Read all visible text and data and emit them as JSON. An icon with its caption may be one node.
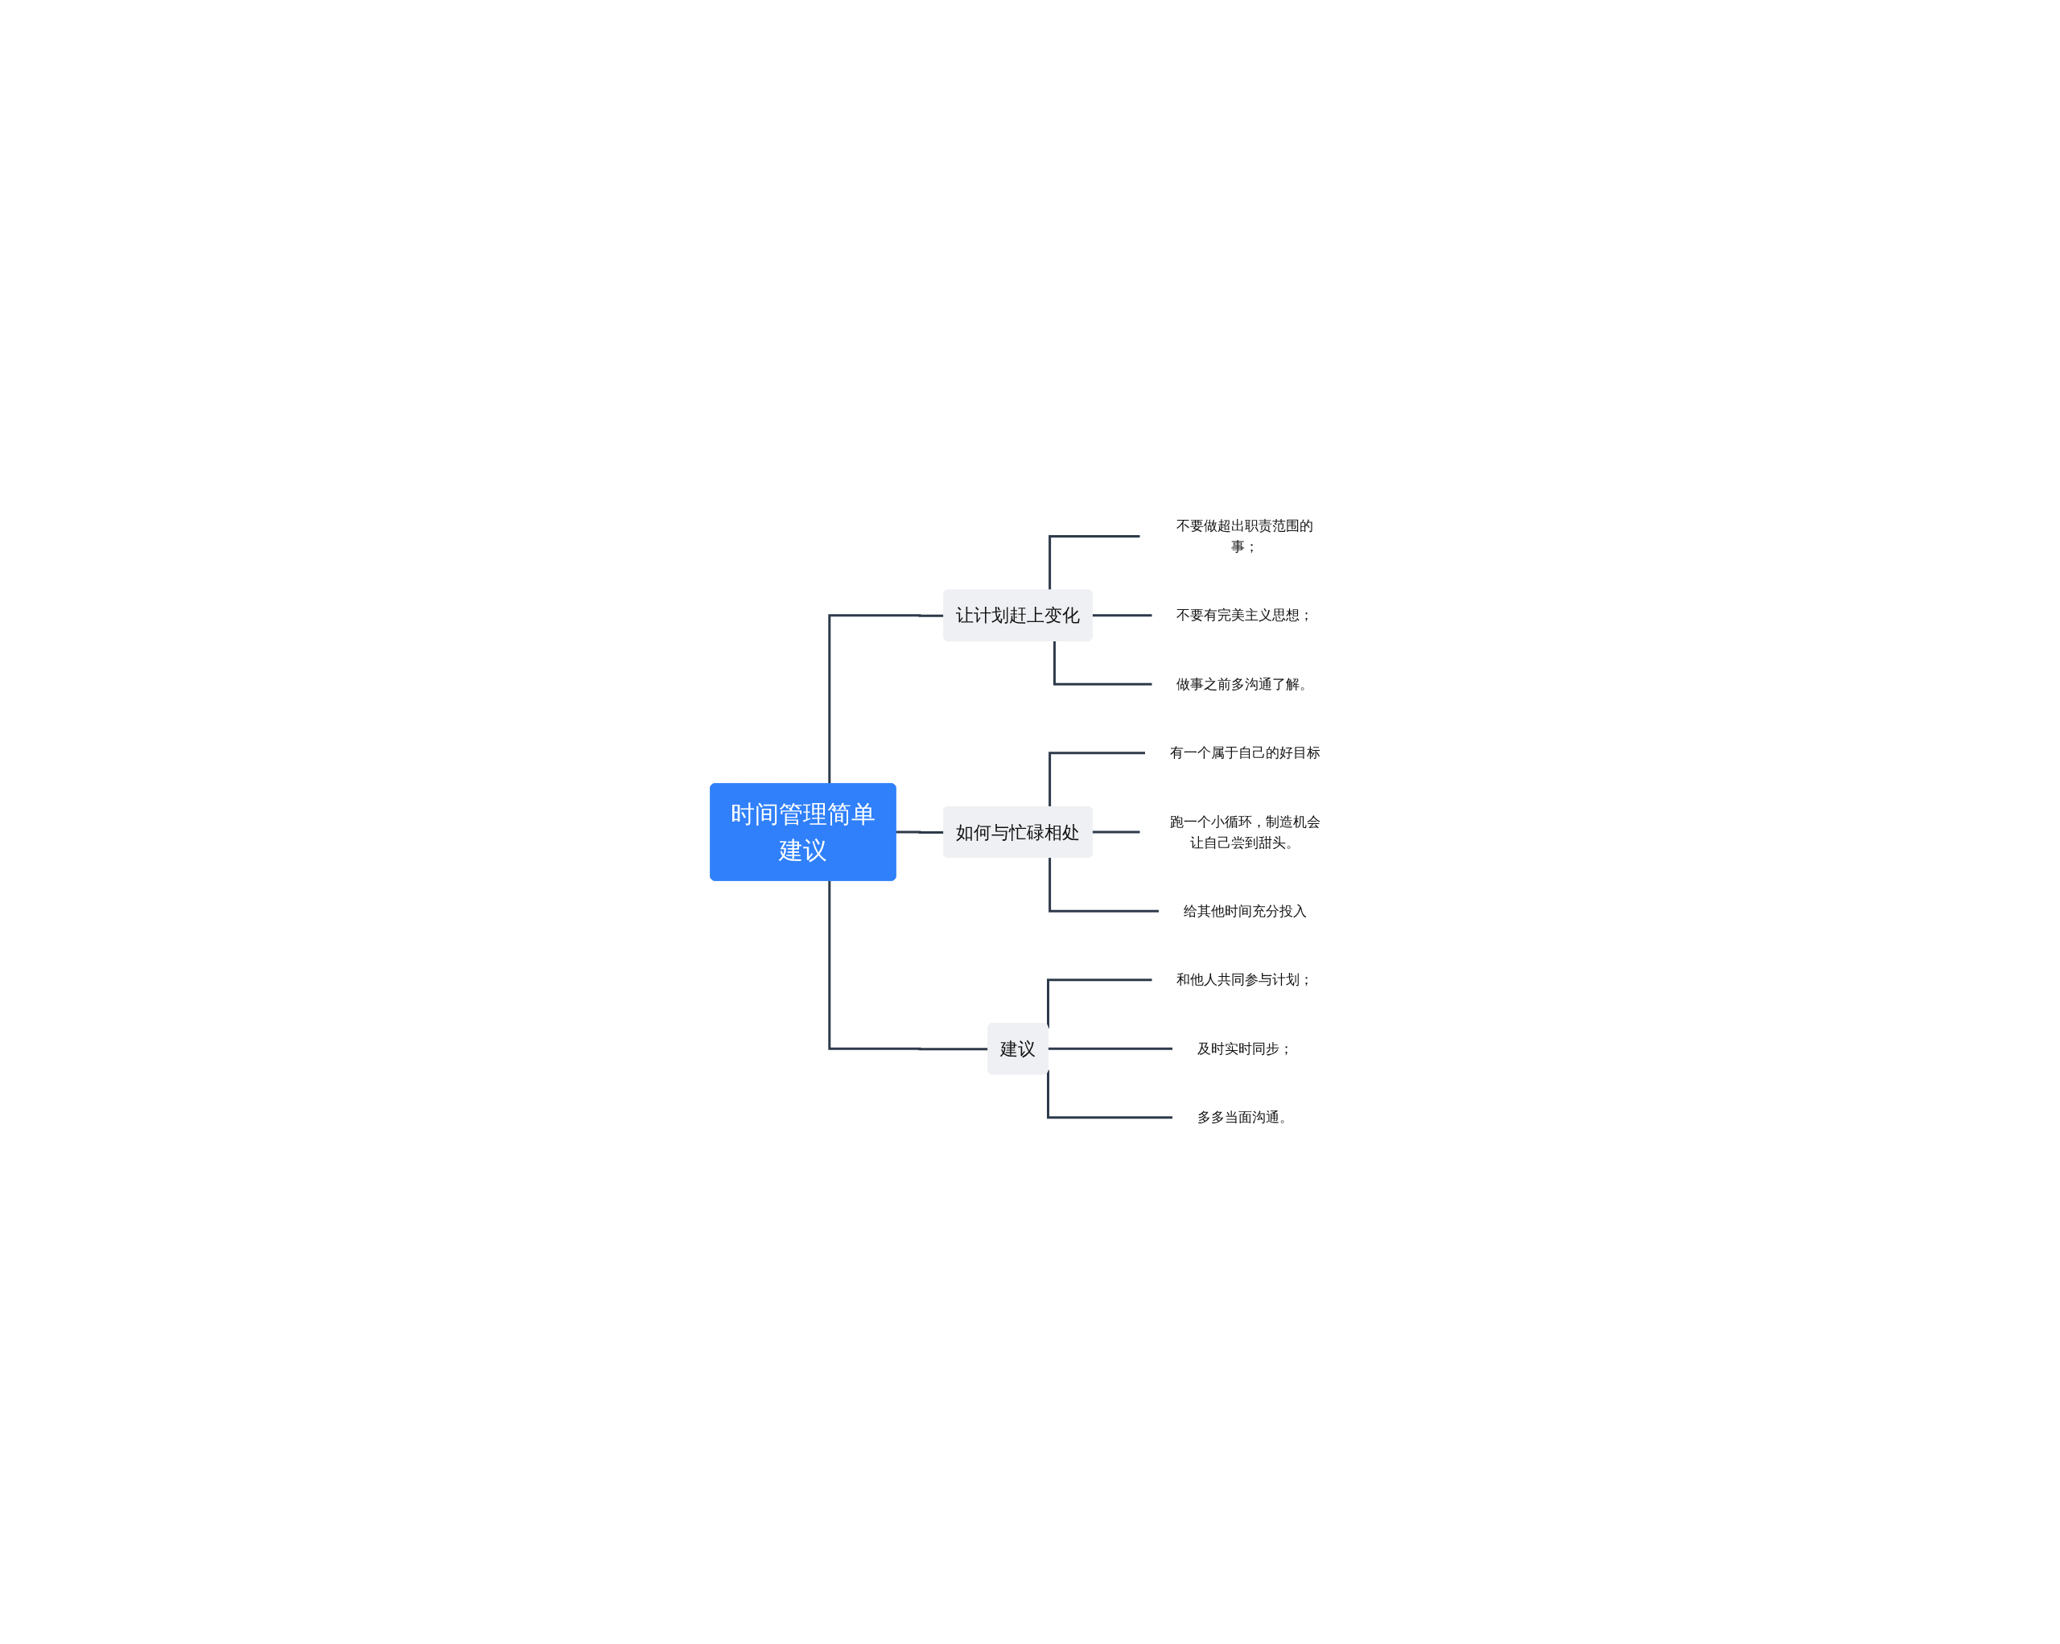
{
  "diagram": {
    "nodes": [
      {
        "text": [
          "时间管理简单建议"
        ]
      },
      {
        "text": [
          "让计划赶上变化"
        ]
      },
      {
        "text": [
          "不要做超出职责范围的事；"
        ]
      },
      {
        "text": [
          "不要有完美主义思想；"
        ]
      },
      {
        "text": [
          "做事之前多沟通了解。"
        ]
      },
      {
        "text": [
          "如何与忙碌相处"
        ]
      },
      {
        "text": [
          "有一个属于自己的好目标"
        ]
      },
      {
        "text": [
          "跑一个小循环，制造机会让自己尝到甜头。"
        ]
      },
      {
        "text": [
          "给其他时间充分投入"
        ]
      },
      {
        "text": [
          "建议"
        ]
      },
      {
        "text": [
          "和他人共同参与计划；"
        ]
      },
      {
        "text": [
          "及时实时同步；"
        ]
      },
      {
        "text": [
          "多多当面沟通。"
        ]
      }
    ],
    "edges": [
      {
        "from": 0,
        "to": 1,
        "arrow": "none"
      },
      {
        "from": 1,
        "to": 2,
        "arrow": "none"
      },
      {
        "from": 1,
        "to": 3,
        "arrow": "none"
      },
      {
        "from": 1,
        "to": 4,
        "arrow": "none"
      },
      {
        "from": 0,
        "to": 5,
        "arrow": "none"
      },
      {
        "from": 5,
        "to": 6,
        "arrow": "none"
      },
      {
        "from": 5,
        "to": 7,
        "arrow": "none"
      },
      {
        "from": 5,
        "to": 8,
        "arrow": "none"
      },
      {
        "from": 0,
        "to": 9,
        "arrow": "none"
      },
      {
        "from": 9,
        "to": 10,
        "arrow": "none"
      },
      {
        "from": 9,
        "to": 11,
        "arrow": "none"
      },
      {
        "from": 9,
        "to": 12,
        "arrow": "none"
      }
    ]
  }
}
